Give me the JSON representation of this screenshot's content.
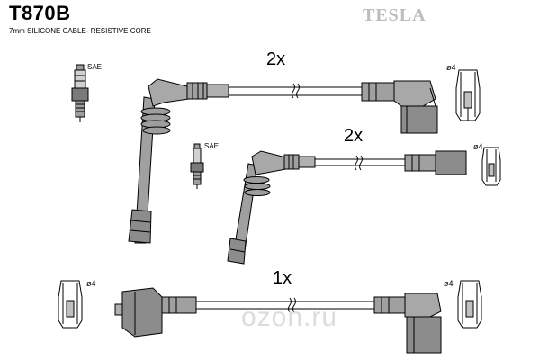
{
  "header": {
    "title": "T870B",
    "subtitle": "7mm SILICONE CABLE- RESISTIVE CORE",
    "brand": "TESLA"
  },
  "plugs": {
    "label": "SAE"
  },
  "cables": [
    {
      "quantity": "2x"
    },
    {
      "quantity": "2x"
    },
    {
      "quantity": "1x"
    }
  ],
  "terminal_label": "ø4",
  "watermark": "ozon.ru",
  "colors": {
    "line": "#000000",
    "boot_fill": "#9e9e9e",
    "boot_dark": "#7a7a7a",
    "brand": "#bdbdbd"
  }
}
